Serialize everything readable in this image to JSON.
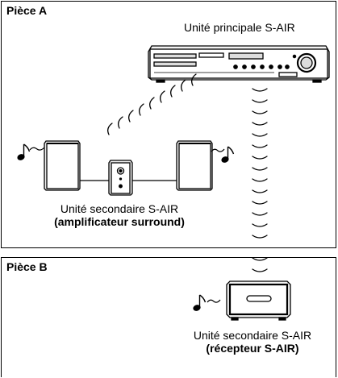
{
  "room_a": {
    "label": "Pièce A",
    "main_unit_label": "Unité principale S-AIR",
    "sub_unit_label": "Unité secondaire S-AIR",
    "sub_unit_type": "(amplificateur surround)"
  },
  "room_b": {
    "label": "Pièce B",
    "sub_unit_label": "Unité secondaire S-AIR",
    "sub_unit_type": "(récepteur S-AIR)"
  },
  "icons": [
    "music-note-icon",
    "wireless-wave-icon",
    "speaker-icon",
    "amplifier-icon",
    "receiver-icon",
    "av-receiver-icon"
  ]
}
